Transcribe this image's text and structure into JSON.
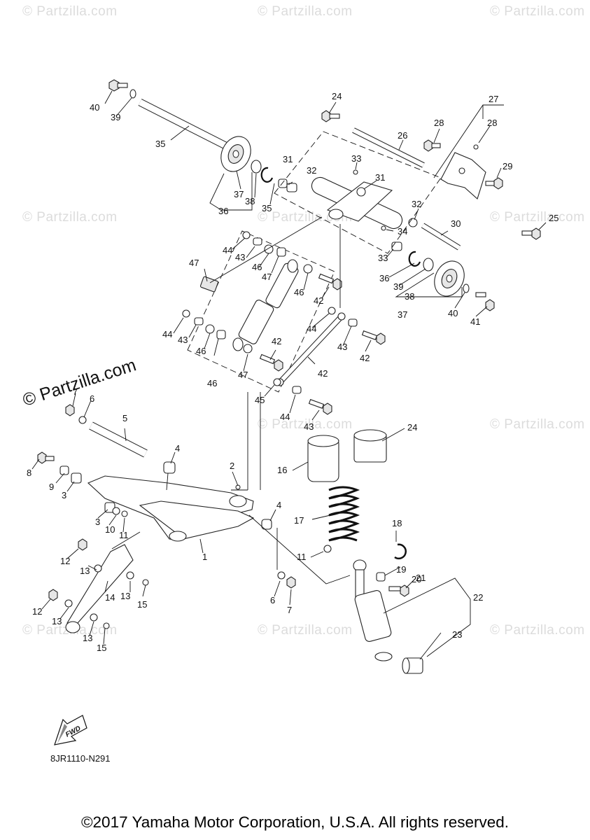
{
  "watermark": {
    "text": "© Partzilla.com",
    "logo_text": "© Partzilla.com"
  },
  "drawing_code": "8JR1110-N291",
  "copyright": "©2017 Yamaha Motor Corporation, U.S.A. All rights reserved.",
  "fwd_label": "FWD",
  "callouts": [
    "1",
    "2",
    "3",
    "3",
    "4",
    "4",
    "5",
    "6",
    "6",
    "7",
    "7",
    "8",
    "9",
    "10",
    "11",
    "11",
    "12",
    "12",
    "13",
    "13",
    "13",
    "13",
    "14",
    "15",
    "15",
    "16",
    "17",
    "18",
    "19",
    "20",
    "21",
    "22",
    "23",
    "24",
    "24",
    "25",
    "26",
    "27",
    "28",
    "28",
    "29",
    "30",
    "31",
    "31",
    "32",
    "32",
    "33",
    "33",
    "34",
    "35",
    "35",
    "36",
    "36",
    "37",
    "37",
    "38",
    "38",
    "39",
    "39",
    "40",
    "40",
    "41",
    "42",
    "42",
    "42",
    "42",
    "43",
    "43",
    "43",
    "43",
    "44",
    "44",
    "44",
    "44",
    "45",
    "46",
    "46",
    "46",
    "46",
    "47",
    "47",
    "47"
  ]
}
